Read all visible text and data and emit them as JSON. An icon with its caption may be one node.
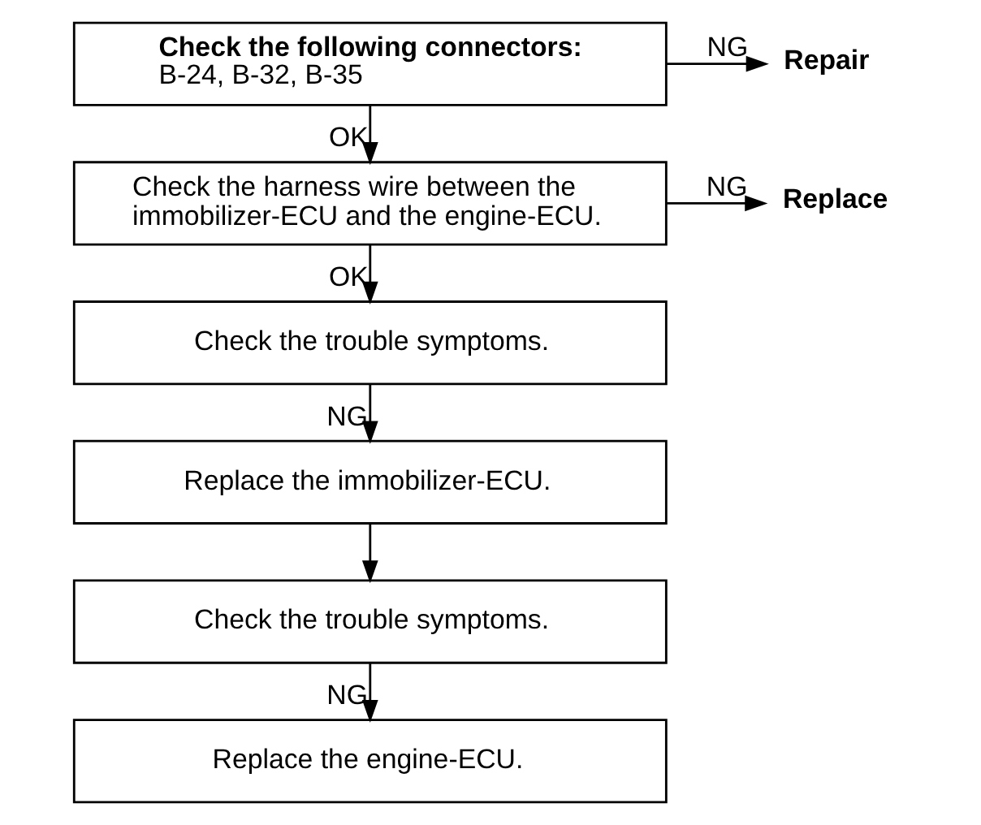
{
  "diagram": {
    "nodes": [
      {
        "text": [
          "Check the following connectors:",
          "B-24, B-32, B-35"
        ]
      },
      {
        "text": [
          "Repair"
        ]
      },
      {
        "text": [
          "Check the harness wire between the immobilizer-ECU and the engine-ECU."
        ]
      },
      {
        "text": [
          "Replace"
        ]
      },
      {
        "text": [
          "Check the trouble symptoms."
        ]
      },
      {
        "text": [
          "Replace the immobilizer-ECU."
        ]
      },
      {
        "text": [
          "Check the trouble symptoms."
        ]
      },
      {
        "text": [
          "Replace the engine-ECU."
        ]
      }
    ],
    "edges": [
      {
        "from": 0,
        "to": 1,
        "arrow": "to",
        "label": "NG"
      },
      {
        "from": 0,
        "to": 2,
        "arrow": "to",
        "label": "OK"
      },
      {
        "from": 2,
        "to": 3,
        "arrow": "to",
        "label": "NG"
      },
      {
        "from": 2,
        "to": 4,
        "arrow": "to",
        "label": "OK"
      },
      {
        "from": 4,
        "to": 5,
        "arrow": "to",
        "label": "NG"
      },
      {
        "from": 5,
        "to": 6,
        "arrow": "to"
      },
      {
        "from": 6,
        "to": 7,
        "arrow": "to",
        "label": "NG"
      }
    ]
  }
}
